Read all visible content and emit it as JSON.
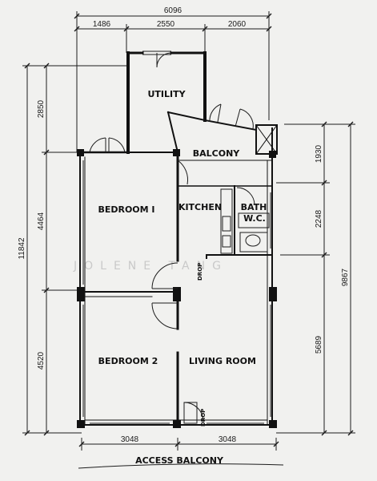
{
  "dimensions": {
    "total_width": "6096",
    "top_segments": [
      "1486",
      "2550",
      "2060"
    ],
    "left_outer": "11842",
    "left_inner": [
      "2850",
      "4464",
      "4520"
    ],
    "right_outer": "9867",
    "right_inner": [
      "1930",
      "2248",
      "5689"
    ],
    "bottom_segments": [
      "3048",
      "3048"
    ]
  },
  "rooms": {
    "utility": "UTILITY",
    "balcony": "BALCONY",
    "bedroom1": "BEDROOM I",
    "kitchen": "KITCHEN",
    "bath": "BATH",
    "wc": "W.C.",
    "bedroom2": "BEDROOM 2",
    "living": "LIVING ROOM"
  },
  "labels": {
    "drop_upper": "DROP",
    "drop_lower": "DROP",
    "access_balcony": "ACCESS BALCONY",
    "watermark": "JOLENE TANG"
  }
}
